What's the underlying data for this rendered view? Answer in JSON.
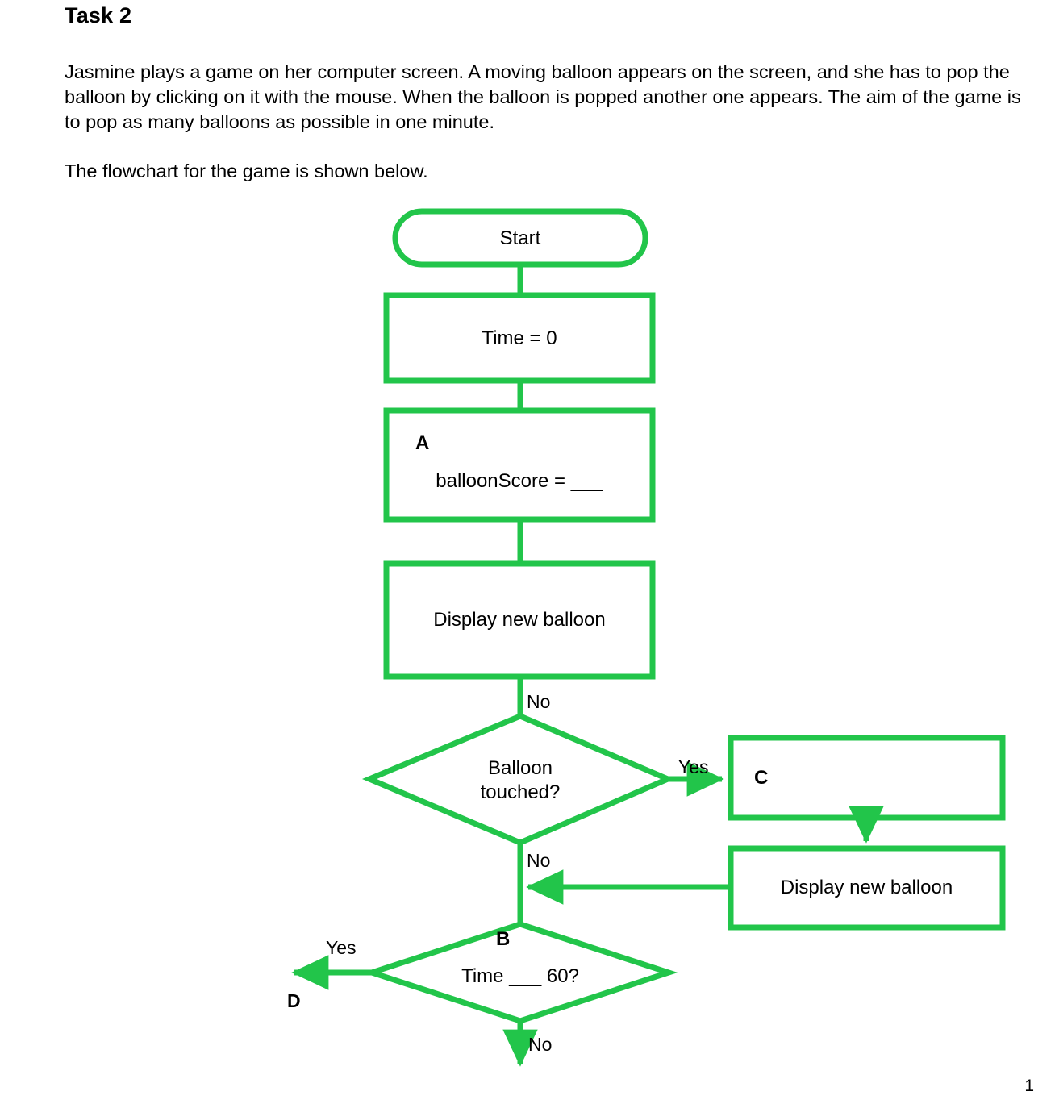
{
  "document": {
    "title": "Task 2",
    "paragraph_1": "Jasmine plays a game on her computer screen. A moving balloon appears on the screen, and she has to pop the balloon by clicking on it with the mouse. When the balloon is popped another one appears. The aim of the game is to pop as many balloons as possible in one minute.",
    "paragraph_2": "The flowchart for the game is shown below.",
    "page_number": "1"
  },
  "colors": {
    "flowchart_stroke": "#22c54a",
    "text": "#000000",
    "background": "#ffffff"
  },
  "flowchart": {
    "nodes": {
      "start": {
        "label": "Start",
        "shape": "terminator"
      },
      "time_init": {
        "label": "Time = 0",
        "shape": "process"
      },
      "balloon_score": {
        "marker": "A",
        "label": "balloonScore = ___",
        "shape": "process"
      },
      "display_balloon_1": {
        "label": "Display new balloon",
        "shape": "process"
      },
      "balloon_touched": {
        "label": "Balloon\ntouched?",
        "shape": "decision"
      },
      "box_c": {
        "marker": "C",
        "label": "",
        "shape": "process"
      },
      "display_balloon_2": {
        "label": "Display new balloon",
        "shape": "process"
      },
      "time_check": {
        "marker": "B",
        "label": "Time ___ 60?",
        "shape": "decision"
      }
    },
    "edge_labels": {
      "no_above_diamond": "No",
      "yes_to_c": "Yes",
      "no_below_diamond": "No",
      "yes_to_d": "Yes",
      "d_marker": "D",
      "no_bottom": "No"
    }
  }
}
